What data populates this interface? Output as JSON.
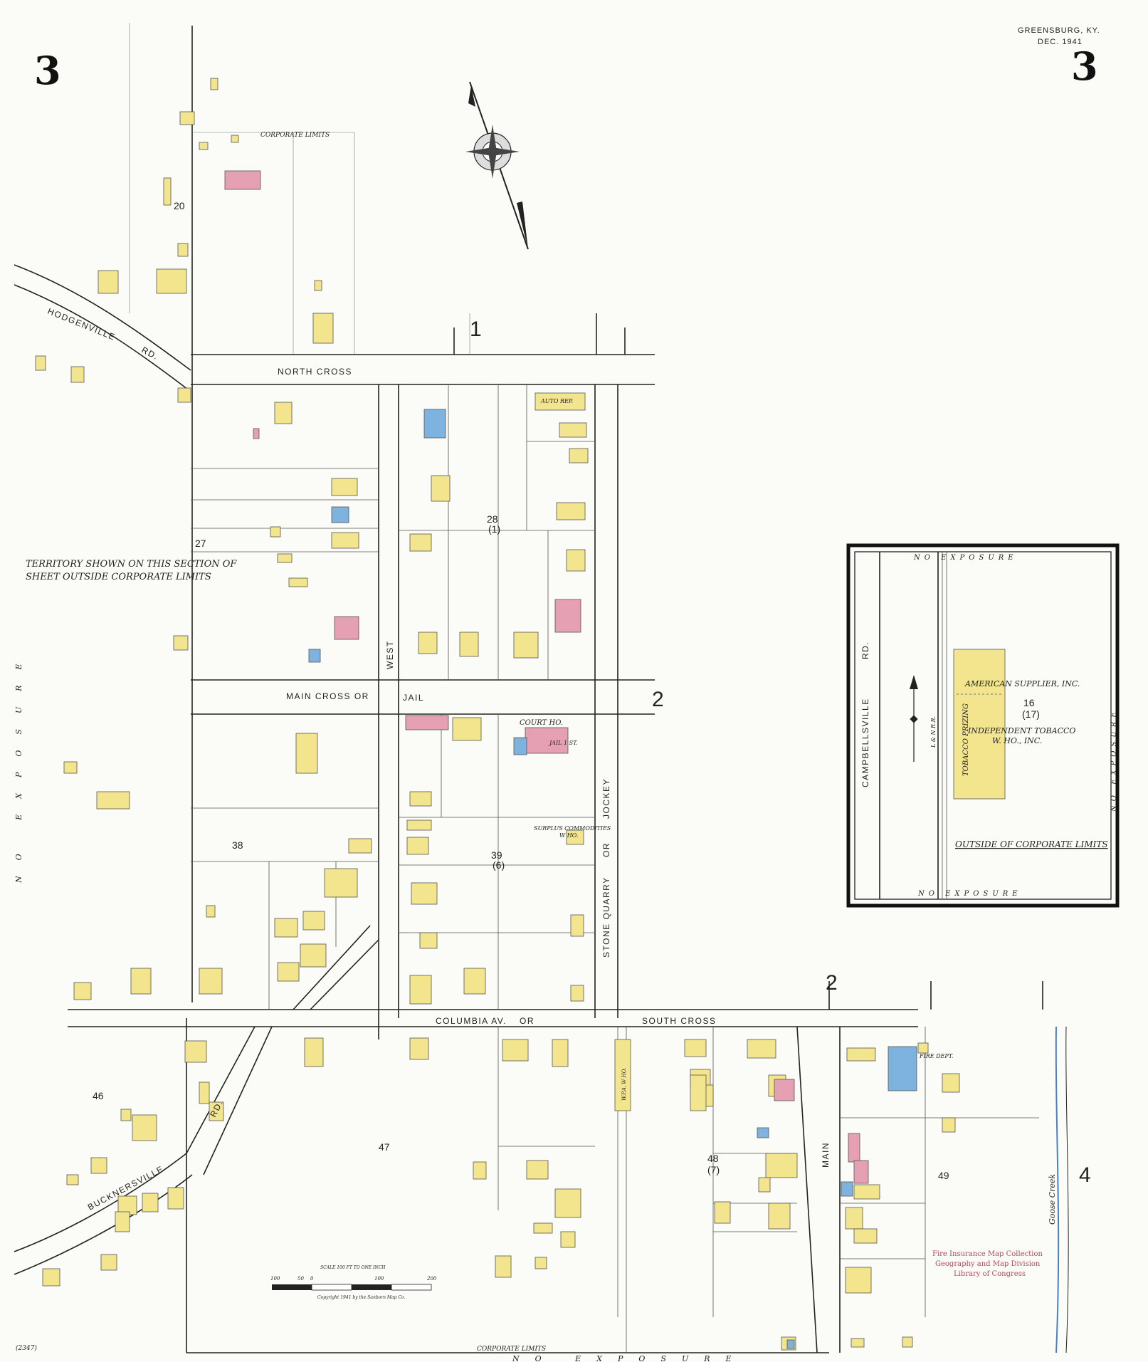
{
  "header": {
    "sheet_number_left": "3",
    "sheet_number_right": "3",
    "place": "GREENSBURG, KY.",
    "date": "DEC. 1941"
  },
  "streets": {
    "north_cross": "NORTH CROSS",
    "hodgenville": "HODGENVILLE",
    "hodgenville_rd": "RD.",
    "main_cross": "MAIN CROSS OR",
    "jail": "JAIL",
    "west": "WEST",
    "stone_quarry": "STONE QUARRY",
    "or": "OR",
    "jockey": "JOCKEY",
    "columbia": "COLUMBIA AV.",
    "columbia_or": "OR",
    "south_cross": "SOUTH CROSS",
    "bucknersville": "BUCKNERSVILLE",
    "bucknersville_rd": "RD.",
    "main": "MAIN",
    "campbellsville": "CAMPBELLSVILLE",
    "campbellsville_rd": "RD.",
    "goose_creek": "Goose Creek",
    "corporate_limits_top": "CORPORATE LIMITS",
    "corporate_limits_bottom": "CORPORATE LIMITS",
    "no_exposure_bottom": "NO EXPOSURE",
    "no_exposure_left": "NO EXPOSURE"
  },
  "notes": {
    "territory_line1": "TERRITORY SHOWN ON THIS SECTION OF",
    "territory_line2": "SHEET OUTSIDE CORPORATE LIMITS"
  },
  "blocks": {
    "b20": "20",
    "b27": "27",
    "b28": "28",
    "b28_sub": "(1)",
    "b38": "38",
    "b39": "39",
    "b39_sub": "(6)",
    "b46": "46",
    "b47": "47",
    "b48": "48",
    "b48_sub": "(7)",
    "b49": "49"
  },
  "key_numbers": {
    "k1": "1",
    "k2_right": "2",
    "k2_bottom": "2",
    "k4": "4"
  },
  "buildings": {
    "court_house": "COURT HO.",
    "jail": "JAIL 1 ST.",
    "auto_rep": "AUTO REP.",
    "surplus": "SURPLUS COMMODITIES",
    "surplus_wh": "W HO.",
    "fire_dept": "FIRE DEPT.",
    "wpa": "W.P.A. W HO."
  },
  "inset": {
    "no_exposure_top": "NO EXPOSURE",
    "no_exposure_bottom": "NO EXPOSURE",
    "no_exposure_right": "NO EXPOSURE",
    "campbellsville": "CAMPBELLSVILLE",
    "rd": "RD.",
    "railroad": "L & N R.R.",
    "american_supplier": "AMERICAN SUPPLIER, INC.",
    "block_number": "16",
    "block_sub": "(17)",
    "independent_tobacco": "INDEPENDENT TOBACCO",
    "independent_tobacco_2": "W. HO., INC.",
    "tobacco_prizing": "TOBACCO PRIZING",
    "outside_limits": "OUTSIDE OF CORPORATE LIMITS"
  },
  "scale": {
    "label": "SCALE 100 FT TO ONE INCH",
    "copyright": "Copyright 1941 by the Sanborn Map Co.",
    "ticks": [
      "100",
      "50",
      "0",
      "100",
      "200"
    ]
  },
  "stamp": {
    "line1": "Fire Insurance Map Collection",
    "line2": "Geography and Map Division",
    "line3": "Library of Congress"
  },
  "footer": {
    "sheet_code": "(2347)"
  },
  "map_colors": {
    "paper": "#fbfbf7",
    "frame_dwelling": "#f2e58e",
    "brick": "#e6a0b4",
    "stone_concrete": "#7fb3df",
    "stamp_ink": "#c0475a"
  }
}
